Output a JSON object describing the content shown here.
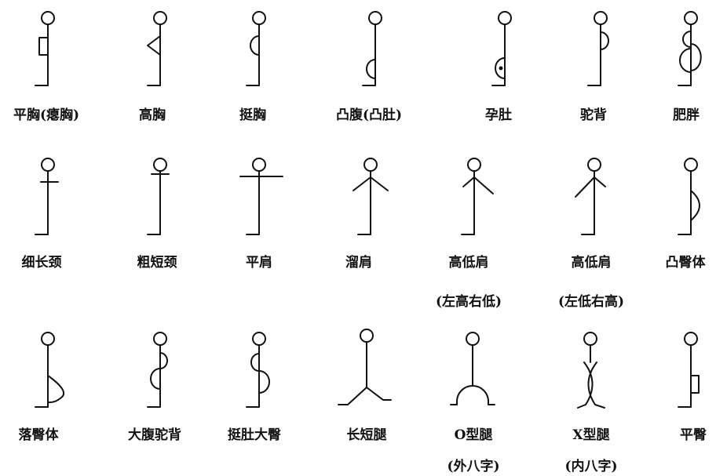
{
  "title": "",
  "figures": [
    {
      "row": 0,
      "col": 0,
      "label": "平胸(瘪胸)",
      "sub": ""
    },
    {
      "row": 0,
      "col": 1,
      "label": "高胸",
      "sub": ""
    },
    {
      "row": 0,
      "col": 2,
      "label": "挺胸",
      "sub": ""
    },
    {
      "row": 0,
      "col": 3,
      "label": "凸腹(凸肚)",
      "sub": ""
    },
    {
      "row": 0,
      "col": 4,
      "label": "孕肚",
      "sub": ""
    },
    {
      "row": 0,
      "col": 5,
      "label": "驼背",
      "sub": ""
    },
    {
      "row": 0,
      "col": 6,
      "label": "肥胖",
      "sub": ""
    },
    {
      "row": 1,
      "col": 0,
      "label": "细长颈",
      "sub": ""
    },
    {
      "row": 1,
      "col": 1,
      "label": "粗短颈",
      "sub": ""
    },
    {
      "row": 1,
      "col": 2,
      "label": "平肩",
      "sub": ""
    },
    {
      "row": 1,
      "col": 3,
      "label": "溜肩",
      "sub": ""
    },
    {
      "row": 1,
      "col": 4,
      "label": "高低肩",
      "sub": "(左高右低)"
    },
    {
      "row": 1,
      "col": 5,
      "label": "高低肩",
      "sub": "(左低右高)"
    },
    {
      "row": 1,
      "col": 6,
      "label": "凸臀体",
      "sub": ""
    },
    {
      "row": 2,
      "col": 0,
      "label": "落臀体",
      "sub": ""
    },
    {
      "row": 2,
      "col": 1,
      "label": "大腹驼背",
      "sub": ""
    },
    {
      "row": 2,
      "col": 2,
      "label": "挺肚大臀",
      "sub": ""
    },
    {
      "row": 2,
      "col": 3,
      "label": "长短腿",
      "sub": ""
    },
    {
      "row": 2,
      "col": 4,
      "label": "O型腿",
      "sub": "(外八字)"
    },
    {
      "row": 2,
      "col": 5,
      "label": "X型腿",
      "sub": "(内八字)"
    },
    {
      "row": 2,
      "col": 6,
      "label": "平臀",
      "sub": ""
    }
  ]
}
